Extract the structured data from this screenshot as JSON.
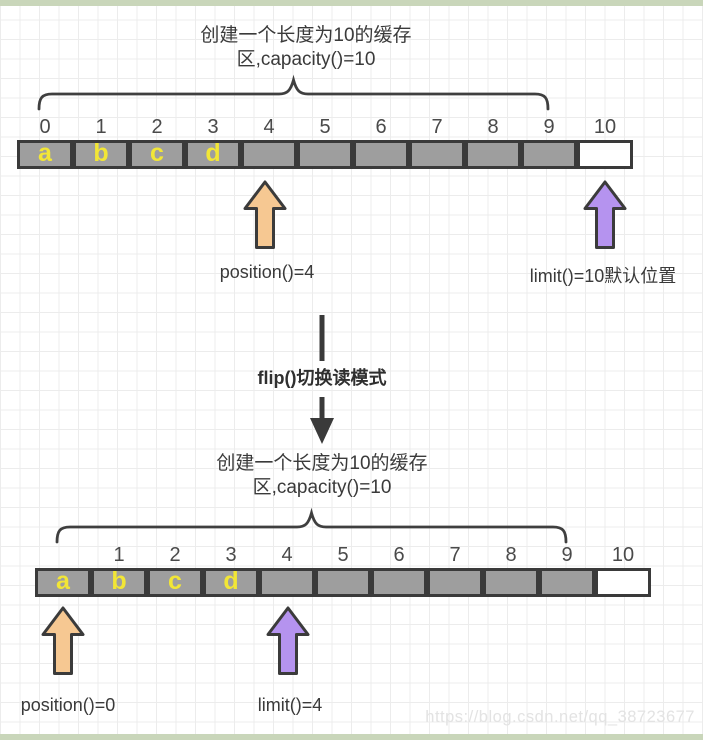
{
  "colors": {
    "edge_bar": "#c9d6ba",
    "grid_line": "#ececec",
    "cell_fill": "#9e9e9e",
    "cell_empty_fill": "#ffffff",
    "cell_border": "#3a3a3a",
    "letter_color": "#f2e636",
    "position_arrow_fill": "#f6c892",
    "limit_arrow_fill": "#b593ef",
    "arrow_outline": "#3b3b3b",
    "text_color": "#3a3a3a",
    "watermark_color": "#e3e3e3"
  },
  "top_diagram": {
    "title_line1": "创建一个长度为10的缓存",
    "title_line2": "区,capacity()=10",
    "indices": [
      "0",
      "1",
      "2",
      "3",
      "4",
      "5",
      "6",
      "7",
      "8",
      "9",
      "10"
    ],
    "cells": [
      {
        "letter": "a",
        "filled": true
      },
      {
        "letter": "b",
        "filled": true
      },
      {
        "letter": "c",
        "filled": true
      },
      {
        "letter": "d",
        "filled": true
      },
      {
        "letter": "",
        "filled": true
      },
      {
        "letter": "",
        "filled": true
      },
      {
        "letter": "",
        "filled": true
      },
      {
        "letter": "",
        "filled": true
      },
      {
        "letter": "",
        "filled": true
      },
      {
        "letter": "",
        "filled": true
      },
      {
        "letter": "",
        "filled": false
      }
    ],
    "position_label": "position()=4",
    "limit_label": "limit()=10默认位置"
  },
  "transition": {
    "label": "flip()切换读模式"
  },
  "bottom_diagram": {
    "title_line1": "创建一个长度为10的缓存",
    "title_line2": "区,capacity()=10",
    "indices": [
      "1",
      "2",
      "3",
      "4",
      "5",
      "6",
      "7",
      "8",
      "9",
      "10"
    ],
    "cells": [
      {
        "letter": "a",
        "filled": true
      },
      {
        "letter": "b",
        "filled": true
      },
      {
        "letter": "c",
        "filled": true
      },
      {
        "letter": "d",
        "filled": true
      },
      {
        "letter": "",
        "filled": true
      },
      {
        "letter": "",
        "filled": true
      },
      {
        "letter": "",
        "filled": true
      },
      {
        "letter": "",
        "filled": true
      },
      {
        "letter": "",
        "filled": true
      },
      {
        "letter": "",
        "filled": true
      },
      {
        "letter": "",
        "filled": false
      }
    ],
    "position_label": "position()=0",
    "limit_label": "limit()=4"
  },
  "watermark": "https://blog.csdn.net/qq_38723677"
}
